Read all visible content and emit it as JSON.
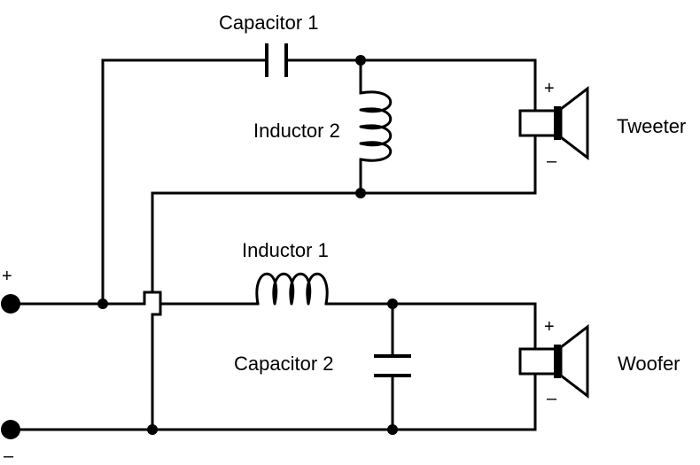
{
  "components": {
    "capacitor_1": "Capacitor 1",
    "capacitor_2": "Capacitor 2",
    "inductor_1": "Inductor 1",
    "inductor_2": "Inductor 2"
  },
  "speakers": {
    "tweeter": "Tweeter",
    "woofer": "Woofer"
  },
  "signs": {
    "plus": "+",
    "minus": "–"
  }
}
